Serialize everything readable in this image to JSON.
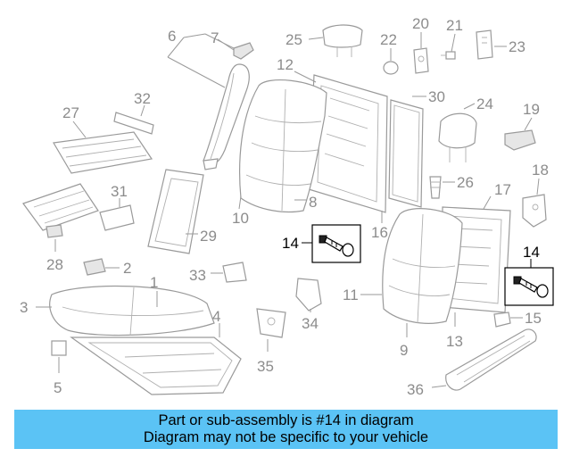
{
  "labels": {
    "p1": "1",
    "p2": "2",
    "p3": "3",
    "p4": "4",
    "p5": "5",
    "p6": "6",
    "p7": "7",
    "p8": "8",
    "p9": "9",
    "p10": "10",
    "p11": "11",
    "p12": "12",
    "p13": "13",
    "p14a": "14",
    "p14b": "14",
    "p15": "15",
    "p16": "16",
    "p17": "17",
    "p18": "18",
    "p19": "19",
    "p20": "20",
    "p21": "21",
    "p22": "22",
    "p23": "23",
    "p24": "24",
    "p25": "25",
    "p26": "26",
    "p27": "27",
    "p28": "28",
    "p29": "29",
    "p30": "30",
    "p31": "31",
    "p32": "32",
    "p33": "33",
    "p34": "34",
    "p35": "35",
    "p36": "36"
  },
  "banner": {
    "line1": "Part or sub-assembly is #14 in diagram",
    "line2": "Diagram may not be specific to your vehicle"
  },
  "colors": {
    "banner_bg": "#5bc3f5",
    "highlight": "#000000",
    "line_art": "#9a9a9a"
  }
}
